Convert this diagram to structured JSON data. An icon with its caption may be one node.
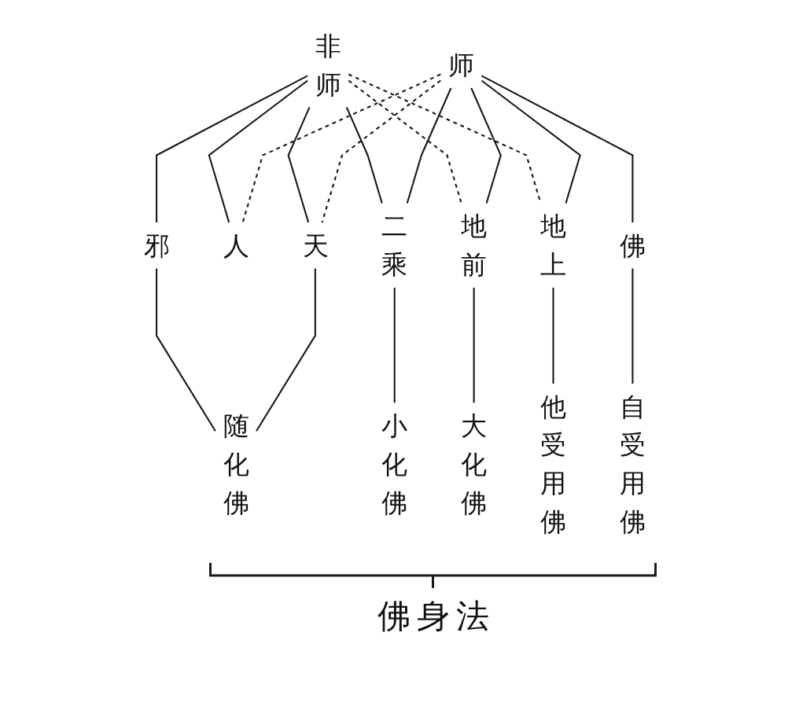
{
  "diagram": {
    "nodes": [
      {
        "text": [
          "非师"
        ]
      },
      {
        "text": [
          "师"
        ]
      },
      {
        "text": [
          "邪"
        ]
      },
      {
        "text": [
          "人"
        ]
      },
      {
        "text": [
          "天"
        ]
      },
      {
        "text": [
          "二乘"
        ]
      },
      {
        "text": [
          "地前"
        ]
      },
      {
        "text": [
          "地上"
        ]
      },
      {
        "text": [
          "佛"
        ]
      },
      {
        "text": [
          "随化佛"
        ]
      },
      {
        "text": [
          "小化佛"
        ]
      },
      {
        "text": [
          "大化佛"
        ]
      },
      {
        "text": [
          "他受用佛"
        ]
      },
      {
        "text": [
          "自受用佛"
        ]
      }
    ],
    "edges": [
      {
        "from": 0,
        "to": 2,
        "arrow": "none"
      },
      {
        "from": 0,
        "to": 3,
        "arrow": "none"
      },
      {
        "from": 0,
        "to": 4,
        "arrow": "none"
      },
      {
        "from": 0,
        "to": 5,
        "arrow": "none"
      },
      {
        "from": 0,
        "to": 6,
        "arrow": "none",
        "style": "dashed"
      },
      {
        "from": 0,
        "to": 7,
        "arrow": "none",
        "style": "dashed"
      },
      {
        "from": 1,
        "to": 3,
        "arrow": "none",
        "style": "dashed"
      },
      {
        "from": 1,
        "to": 4,
        "arrow": "none",
        "style": "dashed"
      },
      {
        "from": 1,
        "to": 5,
        "arrow": "none"
      },
      {
        "from": 1,
        "to": 6,
        "arrow": "none"
      },
      {
        "from": 1,
        "to": 7,
        "arrow": "none"
      },
      {
        "from": 1,
        "to": 8,
        "arrow": "none"
      },
      {
        "from": 2,
        "to": 9,
        "arrow": "none"
      },
      {
        "from": 4,
        "to": 9,
        "arrow": "none"
      },
      {
        "from": 5,
        "to": 10,
        "arrow": "none"
      },
      {
        "from": 6,
        "to": 11,
        "arrow": "none"
      },
      {
        "from": 7,
        "to": 12,
        "arrow": "none"
      },
      {
        "from": 8,
        "to": 13,
        "arrow": "none"
      }
    ],
    "labels": [
      "佛身法"
    ]
  }
}
